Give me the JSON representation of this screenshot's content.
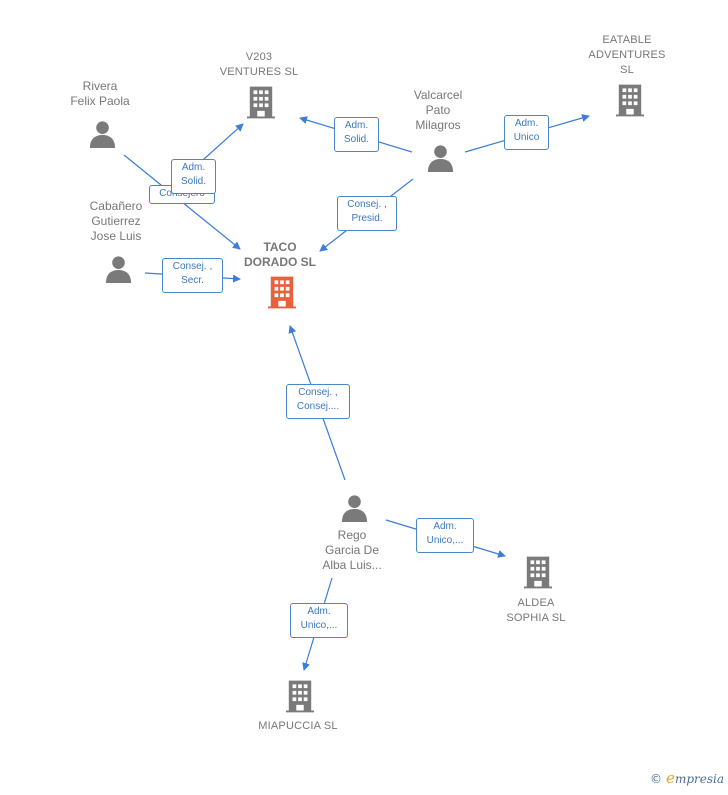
{
  "nodes": {
    "v203": {
      "label": "V203\nVENTURES  SL"
    },
    "eatable": {
      "label": "EATABLE\nADVENTURES\nSL"
    },
    "rivera": {
      "label": "Rivera\nFelix Paola"
    },
    "valcarcel": {
      "label": "Valcarcel\nPato\nMilagros"
    },
    "cabanero": {
      "label": "Cabañero\nGutierrez\nJose Luis"
    },
    "taco": {
      "label": "TACO\nDORADO  SL"
    },
    "rego": {
      "label": "Rego\nGarcia De\nAlba Luis..."
    },
    "aldea": {
      "label": "ALDEA\nSOPHIA  SL"
    },
    "miapuccia": {
      "label": "MIAPUCCIA  SL"
    }
  },
  "edges": {
    "rivera_v203": {
      "label": "Adm.\nSolid."
    },
    "rivera_taco": {
      "label": "Consejero"
    },
    "valcarcel_v203": {
      "label": "Adm.\nSolid."
    },
    "valcarcel_eatable": {
      "label": "Adm.\nUnico"
    },
    "valcarcel_taco": {
      "label": "Consej. ,\nPresid."
    },
    "cabanero_taco": {
      "label": "Consej. ,\nSecr."
    },
    "rego_taco": {
      "label": "Consej. ,\nConsej...."
    },
    "rego_aldea": {
      "label": "Adm.\nUnico,..."
    },
    "rego_miapuccia": {
      "label": "Adm.\nUnico,..."
    }
  },
  "colors": {
    "edge": "#4a86c9",
    "person": "#7a7a7a",
    "company": "#7a7a7a",
    "main_company": "#e8603c"
  },
  "footer": {
    "copyright": "©",
    "brand_initial": "e",
    "brand_rest": "mpresia"
  }
}
